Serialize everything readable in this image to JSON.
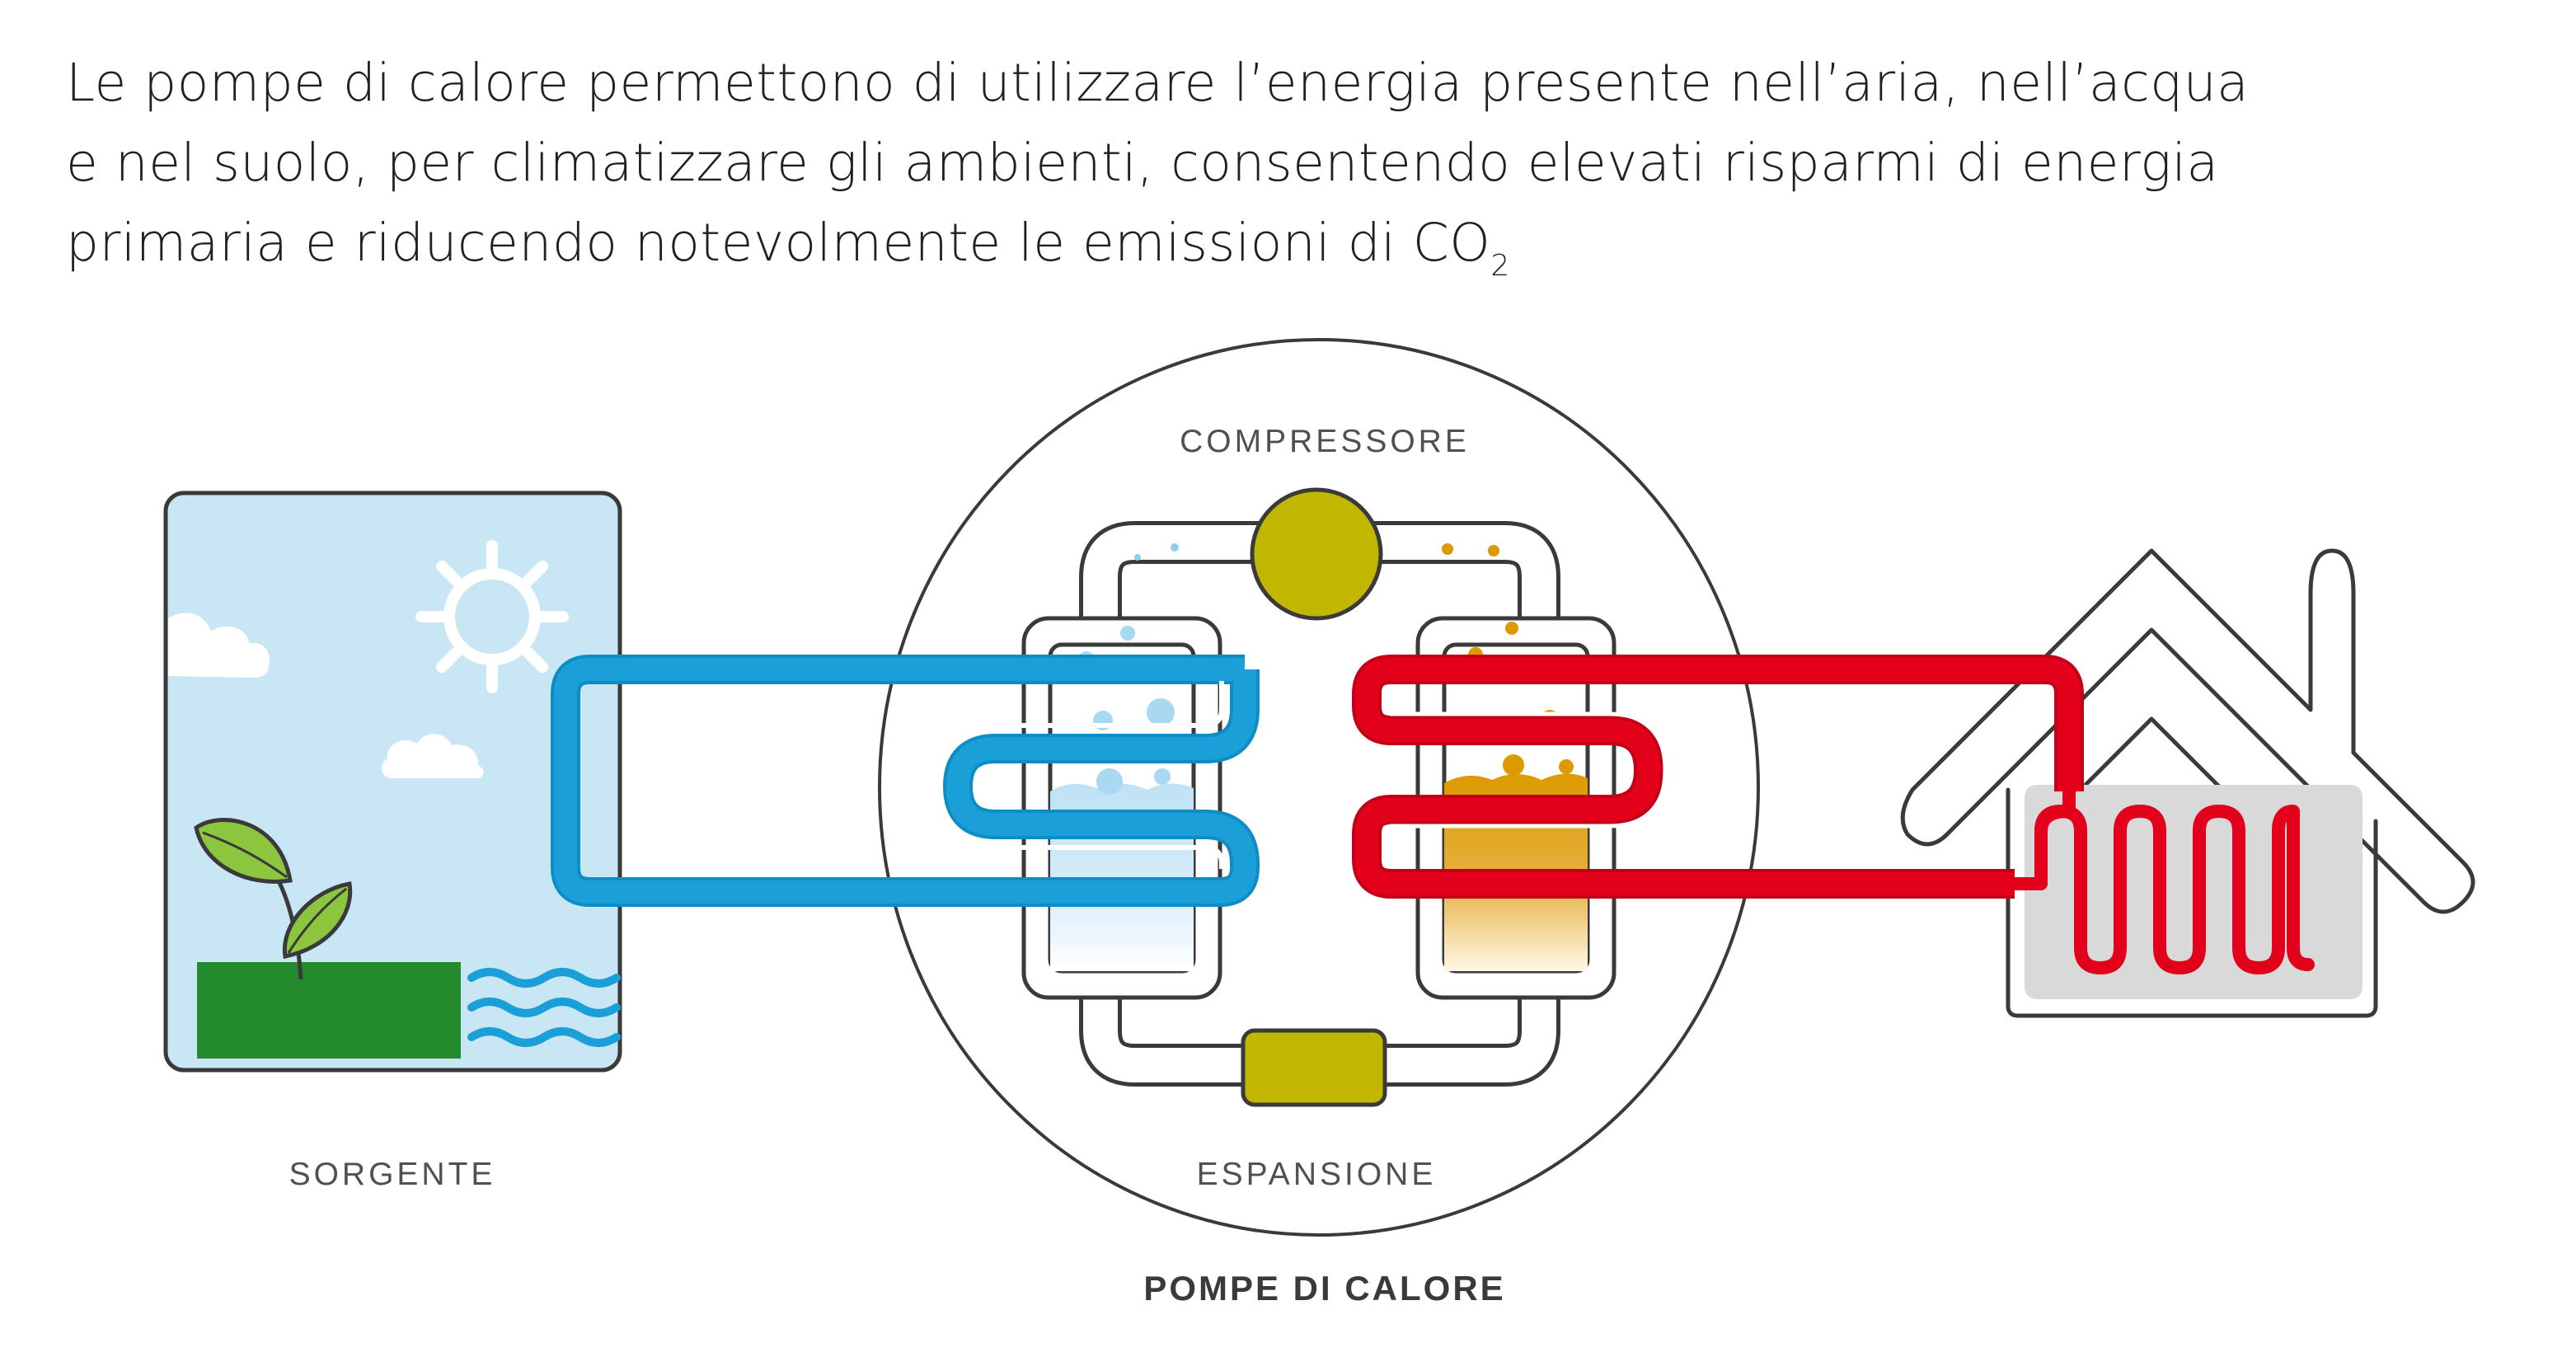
{
  "intro": {
    "line1": "Le pompe di calore permettono di utilizzare l’energia presente nell’aria, nell’acqua",
    "line2": "e nel suolo, per climatizzare gli ambienti, consentendo elevati risparmi di energia",
    "line3_main": "primaria e riducendo notevolmente le emissioni di CO",
    "line3_sub": "2"
  },
  "labels": {
    "compressore": "COMPRESSORE",
    "espansione": "ESPANSIONE",
    "sorgente": "SORGENTE",
    "pompe_di_calore": "POMPE DI CALORE"
  },
  "colors": {
    "cold_loop": "#1a9fd9",
    "hot_loop": "#e3001b",
    "compressor": "#c1b700",
    "ground": "#238b2e",
    "sky": "#c9e6f5",
    "outline": "#3a3a3a",
    "hot_fluid": "#dd9a00",
    "radiator_panel": "#d9d9da"
  }
}
